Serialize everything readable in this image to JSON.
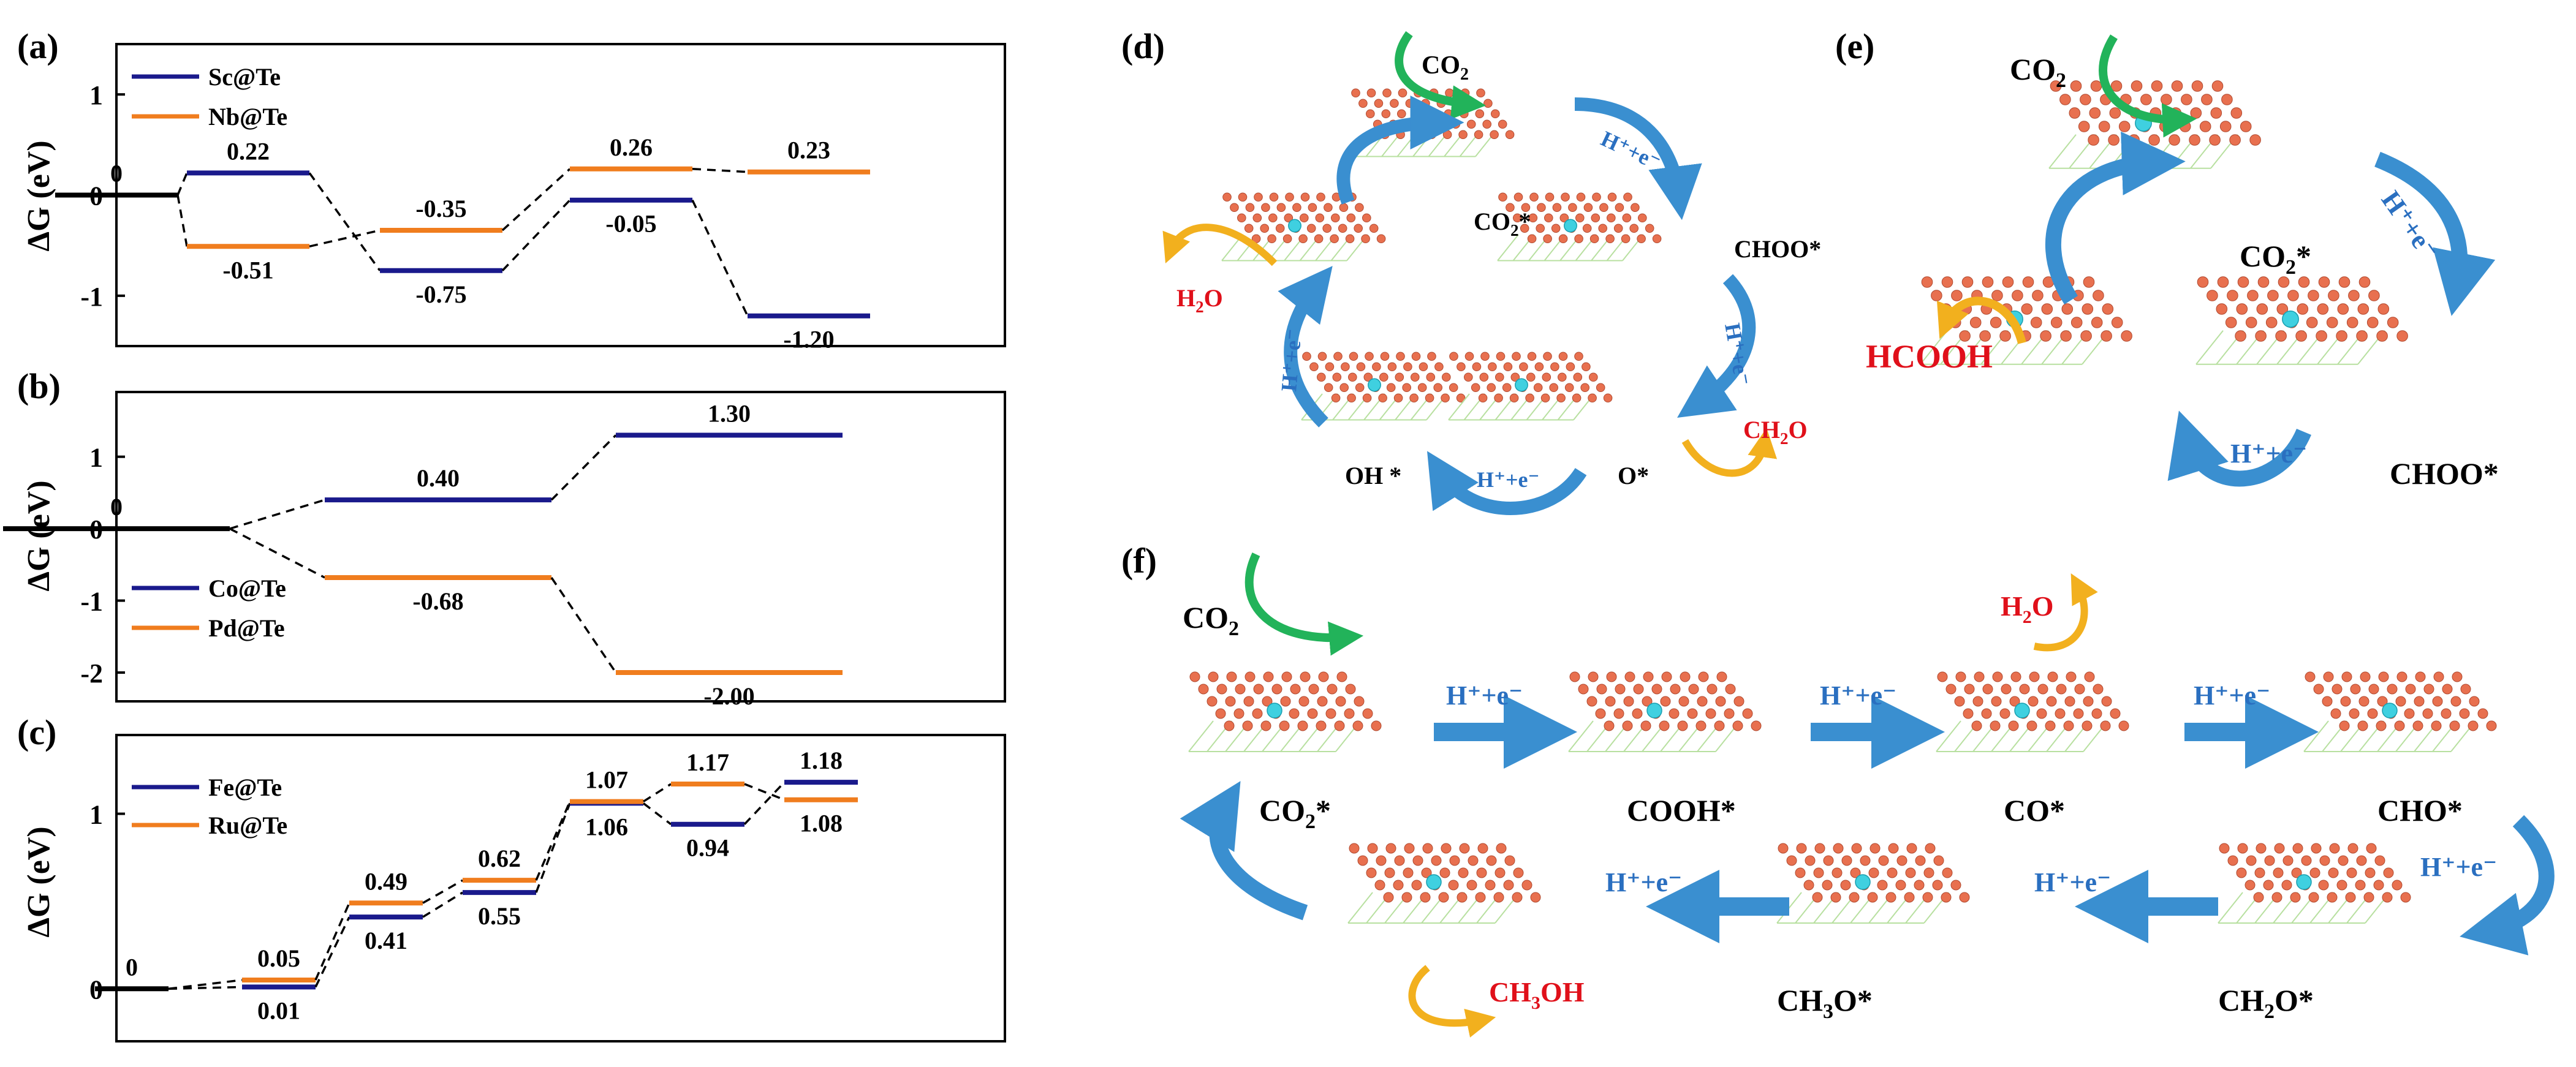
{
  "colors": {
    "blue": "#1a1a8c",
    "orange": "#f07d1e",
    "black": "#000000",
    "arrow_blue": "#3a8fd0",
    "arrow_green": "#22b35a",
    "arrow_yellow": "#f2b01e",
    "text_red": "#e0101a",
    "text_blue": "#2a6fc0",
    "atom_red": "#e8704f",
    "atom_cyan": "#3fd0e0"
  },
  "panel_labels": {
    "a": "(a)",
    "b": "(b)",
    "c": "(c)",
    "d": "(d)",
    "e": "(e)",
    "f": "(f)"
  },
  "chart_data": [
    {
      "type": "line",
      "panel": "(a)",
      "ylabel": "ΔG (eV)",
      "ylim": [
        -1.5,
        1.5
      ],
      "yticks": [
        "1",
        "0",
        "-1"
      ],
      "legend_position": "top-left",
      "series": [
        {
          "name": "Sc@Te",
          "color": "blue",
          "steps": [
            0,
            1,
            2,
            3,
            4
          ],
          "values": [
            0,
            0.22,
            -0.75,
            -0.05,
            -1.2
          ],
          "labels": [
            "0",
            "0.22",
            "-0.75",
            "-0.05",
            "-1.20"
          ]
        },
        {
          "name": "Nb@Te",
          "color": "orange",
          "steps": [
            1,
            2,
            3,
            4
          ],
          "values": [
            -0.51,
            -0.35,
            0.26,
            0.23
          ],
          "labels": [
            "-0.51",
            "-0.35",
            "0.26",
            "0.23"
          ]
        }
      ]
    },
    {
      "type": "line",
      "panel": "(b)",
      "ylabel": "ΔG (eV)",
      "ylim": [
        -2.4,
        1.9
      ],
      "yticks": [
        "1",
        "0",
        "-1",
        "-2"
      ],
      "legend_position": "bottom-left",
      "series": [
        {
          "name": "Co@Te",
          "color": "blue",
          "steps": [
            0,
            1,
            2
          ],
          "values": [
            0,
            0.4,
            1.3
          ],
          "labels": [
            "0",
            "0.40",
            "1.30"
          ]
        },
        {
          "name": "Pd@Te",
          "color": "orange",
          "steps": [
            1,
            2
          ],
          "values": [
            -0.68,
            -2.0
          ],
          "labels": [
            "-0.68",
            "-2.00"
          ]
        }
      ]
    },
    {
      "type": "line",
      "panel": "(c)",
      "ylabel": "ΔG (eV)",
      "ylim": [
        -0.3,
        1.45
      ],
      "yticks": [
        "1",
        "0"
      ],
      "legend_position": "top-left",
      "series": [
        {
          "name": "Fe@Te",
          "color": "blue",
          "steps": [
            0,
            1,
            2,
            3,
            4,
            5,
            6
          ],
          "values": [
            0,
            0.01,
            0.41,
            0.55,
            1.06,
            0.94,
            1.18
          ],
          "labels": [
            "0",
            "0.01",
            "0.41",
            "0.55",
            "1.06",
            "0.94",
            "1.18"
          ]
        },
        {
          "name": "Ru@Te",
          "color": "orange",
          "steps": [
            1,
            2,
            3,
            4,
            5,
            6
          ],
          "values": [
            0.05,
            0.49,
            0.62,
            1.07,
            1.17,
            1.08
          ],
          "labels": [
            "0.05",
            "0.49",
            "0.62",
            "1.07",
            "1.17",
            "1.08"
          ]
        }
      ]
    }
  ],
  "diagrams": {
    "d": {
      "co2": "CO",
      "co2_sub": "2",
      "co2_star": "CO",
      "co2_star_sub": "2",
      "co2_star_tail": "*",
      "choo": "CHOO*",
      "o_star": "O*",
      "oh_star": "OH *",
      "h2o": "H",
      "h2o_sub": "2",
      "h2o_tail": "O",
      "ch2o": "CH",
      "ch2o_sub": "2",
      "ch2o_tail": "O",
      "step": "H⁺+e⁻"
    },
    "e": {
      "co2": "CO",
      "co2_sub": "2",
      "co2_star": "CO",
      "co2_star_sub": "2",
      "co2_star_tail": "*",
      "choo": "CHOO*",
      "hcooh": "HCOOH",
      "step": "H⁺+e⁻"
    },
    "f": {
      "co2": "CO",
      "co2_sub": "2",
      "h2o": "H",
      "h2o_sub": "2",
      "h2o_tail": "O",
      "ch3oh": "CH",
      "ch3oh_sub": "3",
      "ch3oh_tail": "OH",
      "co2_star": "CO",
      "co2_star_sub": "2",
      "co2_star_tail": "*",
      "cooh": "COOH*",
      "co": "CO*",
      "cho": "CHO*",
      "ch2o": "CH",
      "ch2o_sub": "2",
      "ch2o_tail": "O*",
      "ch3o": "CH",
      "ch3o_sub": "3",
      "ch3o_tail": "O*",
      "step": "H⁺+e⁻"
    }
  }
}
